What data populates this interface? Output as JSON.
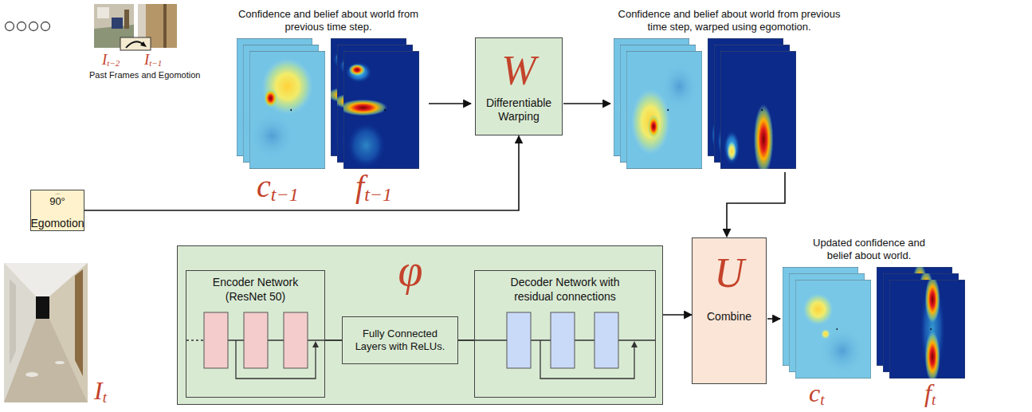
{
  "diagram": {
    "nodes": [
      {
        "text": [
          "W",
          "Differentiable Warping"
        ]
      },
      {
        "text": [
          "90°",
          "Egomotion"
        ]
      },
      {
        "text": [
          "φ"
        ]
      },
      {
        "text": [
          "Encoder Network (ResNet 50)"
        ],
        "in": 2
      },
      {
        "text": [
          "Fully Connected Layers with ReLUs."
        ],
        "in": 2
      },
      {
        "text": [
          "Decoder Network with residual connections"
        ],
        "in": 2
      },
      {
        "text": [
          "U",
          "Combine"
        ]
      }
    ],
    "edges": [
      {
        "from": 1,
        "to": 0,
        "arrow": "to"
      },
      {
        "from": 3,
        "to": 4,
        "arrow": "none"
      },
      {
        "from": 4,
        "to": 5,
        "arrow": "none"
      },
      {
        "from": 2,
        "to": 6,
        "arrow": "to"
      }
    ],
    "labels": [
      "Confidence and belief about world from previous time step.",
      "Confidence and belief about world from previous time step, warped using egomotion.",
      "Updated confidence and belief about world.",
      "Past Frames and Egomotion",
      "I",
      "t−2",
      "I",
      "t−1",
      "c",
      "t−1",
      "f",
      "t−1",
      "I",
      "t",
      "c",
      "t",
      "f",
      "t"
    ]
  }
}
